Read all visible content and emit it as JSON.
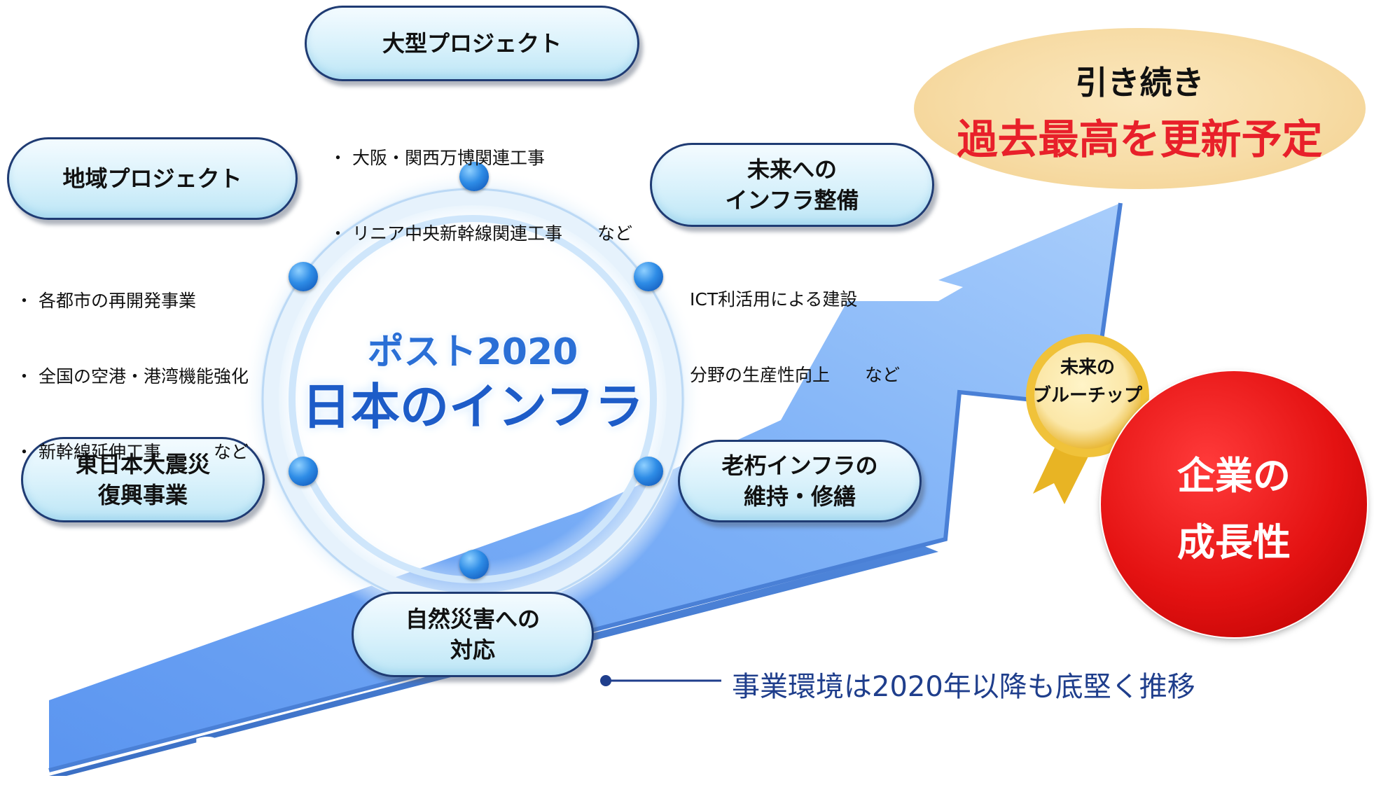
{
  "center": {
    "subtitle": "ポスト2020",
    "title": "日本のインフラ"
  },
  "pills": {
    "large_project": "大型プロジェクト",
    "regional_project": "地域プロジェクト",
    "future_infra": [
      "未来への",
      "インフラ整備"
    ],
    "reconstruction": [
      "東日本大震災",
      "復興事業"
    ],
    "aging_infra": [
      "老朽インフラの",
      "維持・修繕"
    ],
    "disaster": [
      "自然災害への",
      "対応"
    ]
  },
  "notes": {
    "large_project": [
      "・ 大阪・関西万博関連工事",
      "・ リニア中央新幹線関連工事　　など"
    ],
    "regional_project": [
      "・ 各都市の再開発事業",
      "・ 全国の空港・港湾機能強化",
      "・ 新幹線延伸工事　　　など"
    ],
    "future_infra": [
      "ICT利活用による建設",
      "分野の生産性向上　　など"
    ]
  },
  "arrow": {
    "year_label": "2020年",
    "caption": "事業環境は2020年以降も底堅く推移"
  },
  "goal": {
    "line1": "引き続き",
    "line2": "過去最高を更新予定"
  },
  "growth": {
    "line1": "企業の",
    "line2": "成長性"
  },
  "medal": {
    "line1": "未来の",
    "line2": "ブルーチップ"
  },
  "colors": {
    "arrow_blue": "#6ea6f5",
    "ring_blue": "#cfe6fb",
    "pill_border": "#1f3b73",
    "emphasis_red": "#e8202a",
    "growth_red": "#e41212",
    "caption_blue": "#1f3e8c",
    "goal_beige": "#f7dca6",
    "medal_gold": "#f3c33c"
  }
}
